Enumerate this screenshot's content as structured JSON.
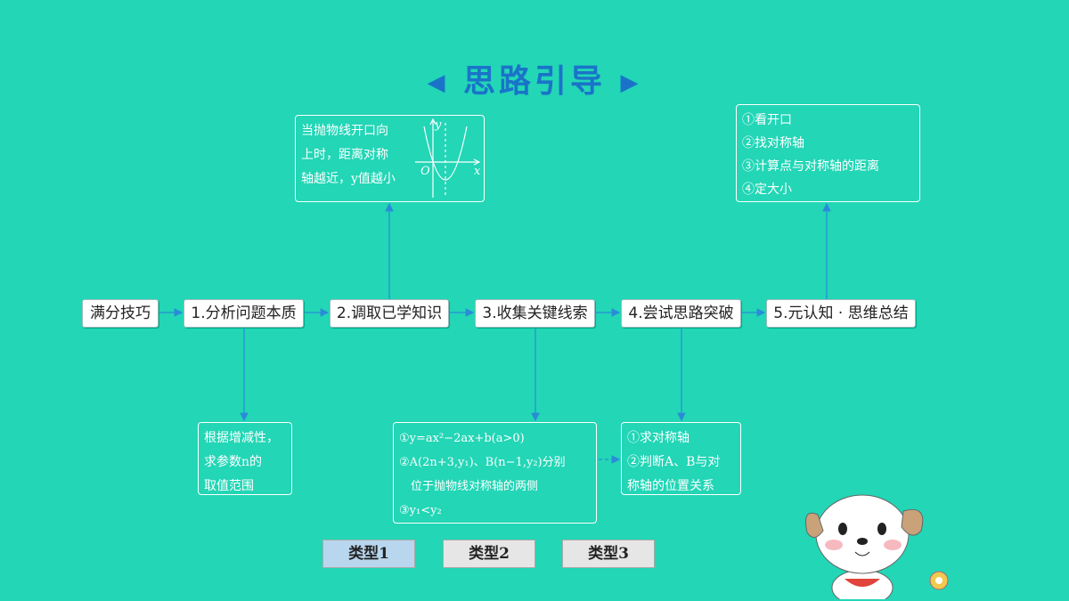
{
  "title": "思路引导",
  "nav": {
    "prev_icon": "◀",
    "next_icon": "▶"
  },
  "flow": [
    "满分技巧",
    "1.分析问题本质",
    "2.调取已学知识",
    "3.收集关键线索",
    "4.尝试思路突破",
    "5.元认知 · 思维总结"
  ],
  "knowledge_note": [
    "当抛物线开口向",
    "上时，距离对称",
    "轴越近，y值越小"
  ],
  "graph_labels": {
    "y": "y",
    "x": "x",
    "o": "O"
  },
  "summary_note": [
    "①看开口",
    "②找对称轴",
    "③计算点与对称轴的距离",
    "④定大小"
  ],
  "analysis_note": [
    "根据增减性，",
    "求参数n的",
    "取值范围"
  ],
  "clues_note": [
    "①y=ax²−2ax+b(a>0)",
    "②A(2n+3,y₁)、B(n−1,y₂)分别",
    "　位于抛物线对称轴的两侧",
    "③y₁<y₂"
  ],
  "breakthrough_note": [
    "①求对称轴",
    "②判断A、B与对",
    "称轴的位置关系"
  ],
  "tabs": [
    "类型1",
    "类型2",
    "类型3"
  ]
}
